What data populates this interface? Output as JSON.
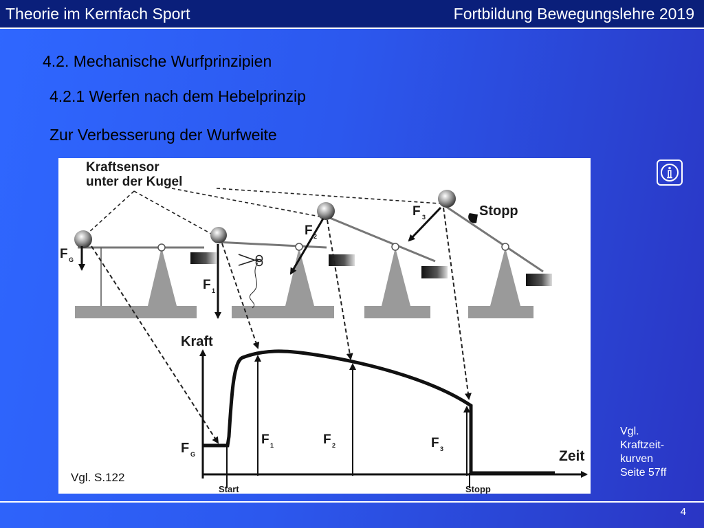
{
  "header": {
    "left_title": "Theorie im Kernfach Sport",
    "right_title": "Fortbildung Bewegungslehre 2019"
  },
  "content": {
    "heading1": "4.2. Mechanische Wurfprinzipien",
    "heading2": "4.2.1  Werfen nach dem Hebelprinzip",
    "heading3": "Zur Verbesserung der Wurfweite"
  },
  "figure": {
    "sensor_label_line1": "Kraftsensor",
    "sensor_label_line2": "unter der Kugel",
    "stopp_label": "Stopp",
    "fg_label": "F",
    "fg_sub": "G",
    "f1_label": "F",
    "f1_sub": "1",
    "f2_label": "F",
    "f2_sub": "2",
    "f3_label": "F",
    "f3_sub": "3",
    "kraft_label": "Kraft",
    "zeit_label": "Zeit",
    "start_label": "Start",
    "stopp_axis_label": "Stopp",
    "reference": "Vgl. S.122"
  },
  "side_note": {
    "line1": "Vgl.",
    "line2": "Kraftzeit-",
    "line3": "kurven",
    "line4": "Seite 57ff"
  },
  "icons": {
    "info": "info-icon"
  },
  "footer": {
    "page_number": "4"
  },
  "colors": {
    "background": "#2c58ee",
    "header_bar": "#0a1f7a",
    "text_light": "#ffffff"
  }
}
